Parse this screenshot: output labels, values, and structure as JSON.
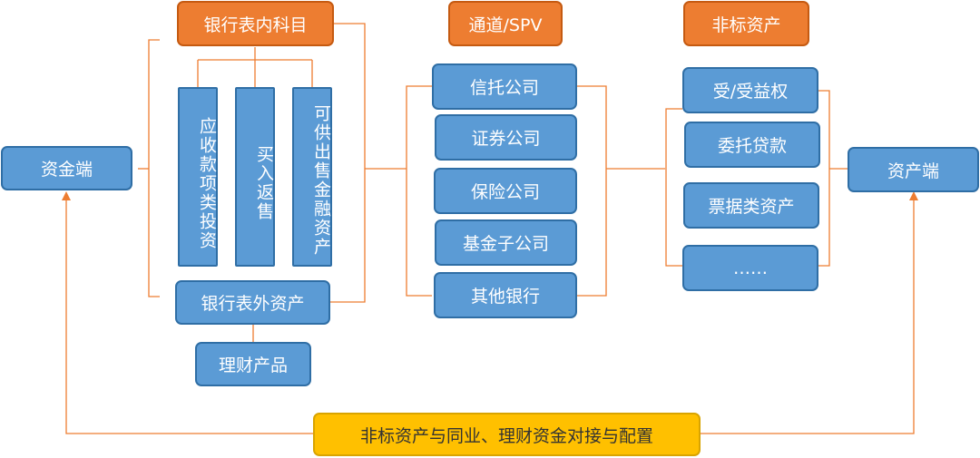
{
  "headers": {
    "bank_onbalance": "银行表内科目",
    "channel": "通道/SPV",
    "nonstandard": "非标资产"
  },
  "left": {
    "funding_side": "资金端",
    "onbalance_items": [
      "应收款项类投资",
      "买入返售",
      "可供出售金融资产"
    ],
    "offbalance": "银行表外资产",
    "wealth_products": "理财产品"
  },
  "channels": [
    "信托公司",
    "证券公司",
    "保险公司",
    "基金子公司",
    "其他银行"
  ],
  "assets": [
    "受/受益权",
    "委托贷款",
    "票据类资产",
    "……"
  ],
  "right": {
    "asset_side": "资产端"
  },
  "bottom": {
    "matching": "非标资产与同业、理财资金对接与配置"
  },
  "colors": {
    "blue": "#5b9bd5",
    "orange": "#ed7d31",
    "gold": "#ffc000",
    "line": "#ed7d31"
  }
}
